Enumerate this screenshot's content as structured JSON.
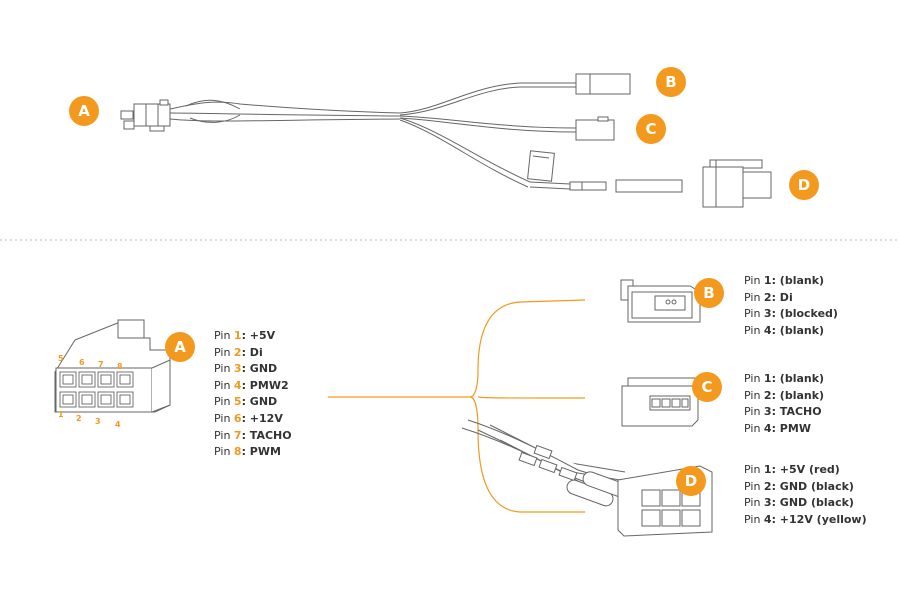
{
  "badges": {
    "a": "A",
    "b": "B",
    "c": "C",
    "d": "D"
  },
  "connector_a_pin_numbers": [
    "5",
    "6",
    "7",
    "8",
    "1",
    "2",
    "3",
    "4"
  ],
  "pinout": {
    "prefix": "Pin",
    "a": [
      {
        "num": "1",
        "desc": ": +5V"
      },
      {
        "num": "2",
        "desc": ": Di"
      },
      {
        "num": "3",
        "desc": ": GND"
      },
      {
        "num": "4",
        "desc": ": PMW2"
      },
      {
        "num": "5",
        "desc": ": GND"
      },
      {
        "num": "6",
        "desc": ": +12V"
      },
      {
        "num": "7",
        "desc": ": TACHO"
      },
      {
        "num": "8",
        "desc": ": PWM"
      }
    ],
    "b": [
      {
        "num": "1",
        "desc": ": (blank)"
      },
      {
        "num": "2",
        "desc": ": Di"
      },
      {
        "num": "3",
        "desc": ": (blocked)"
      },
      {
        "num": "4",
        "desc": ": (blank)"
      }
    ],
    "c": [
      {
        "num": "1",
        "desc": ": (blank)"
      },
      {
        "num": "2",
        "desc": ": (blank)"
      },
      {
        "num": "3",
        "desc": ": TACHO"
      },
      {
        "num": "4",
        "desc": ": PMW"
      }
    ],
    "d": [
      {
        "num": "1",
        "desc": ": +5V (red)"
      },
      {
        "num": "2",
        "desc": ": GND (black)"
      },
      {
        "num": "3",
        "desc": ": GND (black)"
      },
      {
        "num": "4",
        "desc": ": +12V (yellow)"
      }
    ]
  },
  "colors": {
    "accent": "#f39a1e",
    "line": "#555555"
  }
}
